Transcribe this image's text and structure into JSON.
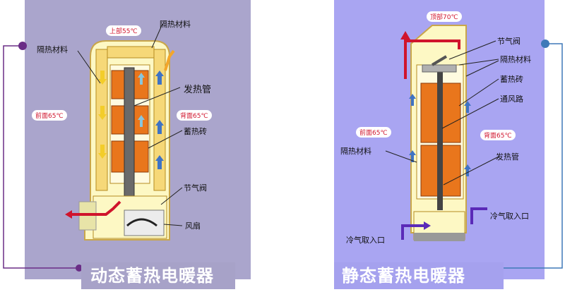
{
  "left": {
    "caption": "动态蓄热电暖器",
    "tags": {
      "top": "上部55℃",
      "front": "前面65℃",
      "back": "背面65℃"
    },
    "labels": {
      "insulation_top": "隔热材料",
      "insulation_left": "隔热材料",
      "heating_tube": "发热管",
      "storage_brick": "蓄热砖",
      "throttle_valve": "节气阀",
      "fan": "风扇"
    }
  },
  "right": {
    "caption": "静态蓄热电暖器",
    "tags": {
      "top": "顶部70℃",
      "front": "前面65℃",
      "back": "背面65℃"
    },
    "labels": {
      "throttle_valve": "节气阀",
      "insulation_top": "隔热材料",
      "storage_brick": "蓄热砖",
      "air_duct": "通风路",
      "insulation_left": "隔热材料",
      "heating_tube": "发热管",
      "cold_air_inlet_right": "冷气取入口",
      "cold_air_inlet_bottom": "冷气取入口"
    }
  },
  "colors": {
    "left_panel": "#aaa5cc",
    "right_panel": "#a9a5f2",
    "cream": "#fdf8c4",
    "brick": "#e9761c",
    "heater": "#6a6a6a",
    "connector_left": "#6a2d86",
    "connector_right": "#3f79b8",
    "hot_arrow": "#d0142c"
  }
}
